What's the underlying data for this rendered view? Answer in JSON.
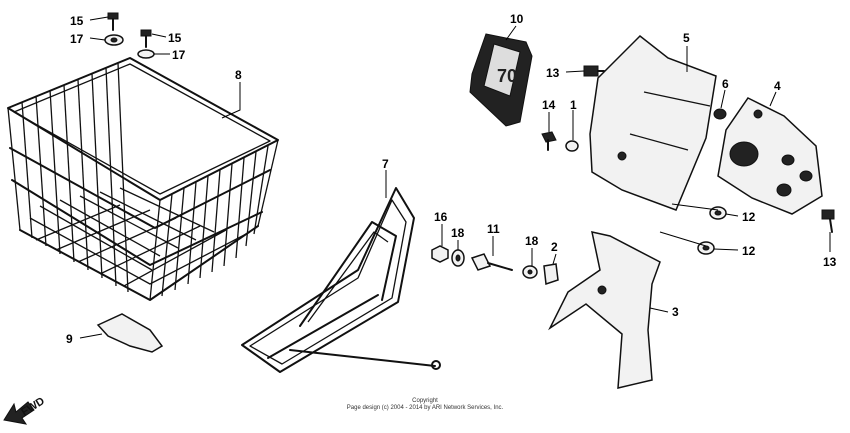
{
  "labels": {
    "p15a": "15",
    "p17a": "17",
    "p15b": "15",
    "p17b": "17",
    "p8": "8",
    "p9": "9",
    "p7": "7",
    "p10": "10",
    "p13a": "13",
    "p14": "14",
    "p1": "1",
    "p5": "5",
    "p6": "6",
    "p4": "4",
    "p12a": "12",
    "p12b": "12",
    "p13b": "13",
    "p16": "16",
    "p18a": "18",
    "p11": "11",
    "p18b": "18",
    "p2": "2",
    "p3": "3"
  },
  "emblem_text": "70",
  "fwd": "FWD",
  "footer": {
    "line1": "Copyright",
    "line2": "Page design (c) 2004 - 2014 by ARI Network Services, Inc."
  }
}
